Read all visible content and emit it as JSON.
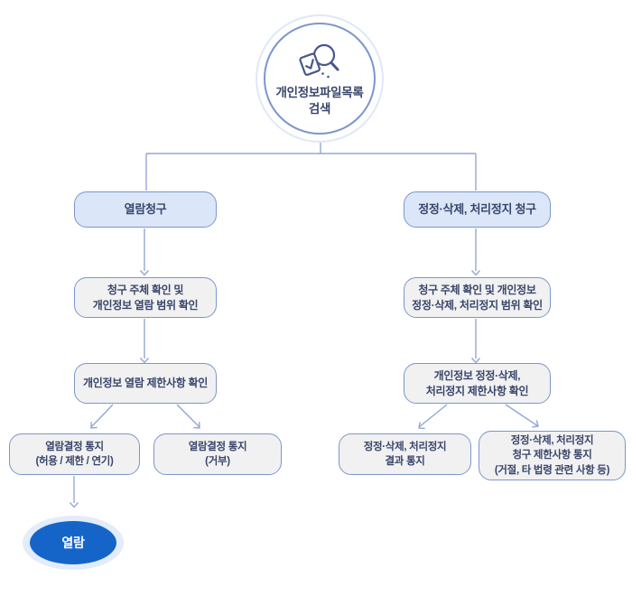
{
  "diagram": {
    "root": {
      "label": "개인정보파일목록\n검색",
      "icon": "magnifier-document-icon"
    },
    "left_branch": {
      "header": "열람청구",
      "steps": [
        "청구 주체 확인 및\n개인정보 열람 범위 확인",
        "개인정보 열람 제한사항 확인"
      ],
      "outcomes": [
        "열람결정 통지\n(허용 / 제한 / 연기)",
        "열람결정 통지\n(거부)"
      ],
      "final": "열람"
    },
    "right_branch": {
      "header": "정정·삭제, 처리정지 청구",
      "steps": [
        "청구 주체 확인 및 개인정보\n정정·삭제, 처리정지 범위 확인",
        "개인정보 정정·삭제,\n처리정지 제한사항 확인"
      ],
      "outcomes": [
        "정정·삭제, 처리정지\n결과 통지",
        "정정·삭제, 처리정지\n청구 제한사항 통지\n(거절, 타 법령 관련 사항 등)"
      ]
    },
    "colors": {
      "header_fill": "#dbe7f8",
      "step_fill": "#f1f1f2",
      "node_border": "#7b96cc",
      "connector_line": "#93a7d4",
      "text_navy": "#39466b",
      "final_fill": "#1565c8",
      "halo": "#e2ecfa"
    }
  }
}
